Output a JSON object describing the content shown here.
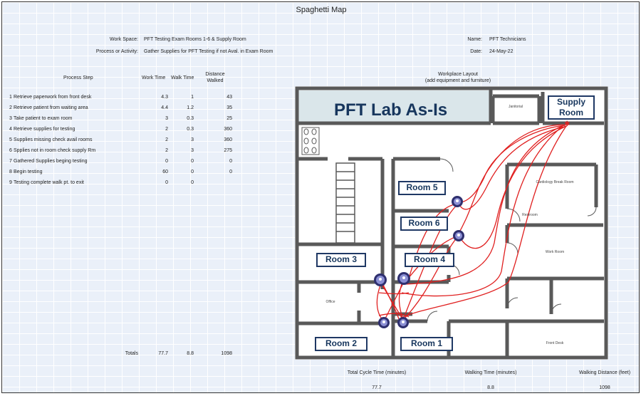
{
  "title": "Spaghetti Map",
  "header": {
    "workspace_label": "Work Space:",
    "workspace_value": "PFT Testing Exam Rooms 1-6 & Supply Room",
    "process_label": "Process or Activity:",
    "process_value": "Gather Supplies for PFT Testing if not Aval. in Exam Room",
    "name_label": "Name:",
    "name_value": "PFT Technicians",
    "date_label": "Date:",
    "date_value": "24-May-22"
  },
  "table": {
    "col_step": "Process Step",
    "col_work": "Work Time",
    "col_walk": "Walk Time",
    "col_dist_1": "Distance",
    "col_dist_2": "Walked",
    "rows": [
      {
        "num": "1",
        "step": "Retrieve paperwork from front desk",
        "work": "4.3",
        "walk": "1",
        "dist": "43"
      },
      {
        "num": "2",
        "step": "Retrieve patient from waiting area",
        "work": "4.4",
        "walk": "1.2",
        "dist": "35"
      },
      {
        "num": "3",
        "step": "Take patient to exam room",
        "work": "3",
        "walk": "0.3",
        "dist": "25"
      },
      {
        "num": "4",
        "step": "Retrieve supplies for testing",
        "work": "2",
        "walk": "0.3",
        "dist": "360"
      },
      {
        "num": "5",
        "step": "Supplies missing check avail rooms",
        "work": "2",
        "walk": "3",
        "dist": "360"
      },
      {
        "num": "6",
        "step": "Spplies not in room check supply Rm",
        "work": "2",
        "walk": "3",
        "dist": "275"
      },
      {
        "num": "7",
        "step": "Gathered Supplies beging testing",
        "work": "0",
        "walk": "0",
        "dist": "0"
      },
      {
        "num": "8",
        "step": "Begin testing",
        "work": "60",
        "walk": "0",
        "dist": "0"
      },
      {
        "num": "9",
        "step": "Testing complete walk pt. to exit",
        "work": "0",
        "walk": "0",
        "dist": ""
      }
    ],
    "totals_label": "Totals",
    "total_work": "77.7",
    "total_walk": "8.8",
    "total_dist": "1098"
  },
  "layout": {
    "heading_1": "Workplace Layout",
    "heading_2": "(add equipment and furniture)",
    "map_title": "PFT Lab As-Is",
    "rooms": {
      "supply": "Supply Room",
      "room5": "Room 5",
      "room6": "Room 6",
      "room3": "Room 3",
      "room4": "Room 4",
      "room2": "Room 2",
      "room1": "Room 1"
    },
    "small_labels": {
      "janitorial": "Janitorial",
      "cardiology": "Cardiology Break Room",
      "restroom": "Restroom",
      "work_room": "Work Room",
      "office": "Office",
      "front_desk": "Front Desk"
    }
  },
  "footer": {
    "cycle_label": "Total Cycle Time (minutes)",
    "cycle_value": "77.7",
    "walking_time_label": "Walking Time (minutes)",
    "walking_time_value": "8.8",
    "walking_dist_label": "Walking Distance (feet)",
    "walking_dist_value": "1098"
  },
  "colors": {
    "path": "#e02020",
    "wall": "#595959",
    "label_border": "#1f3864",
    "map_title": "#17365d"
  }
}
